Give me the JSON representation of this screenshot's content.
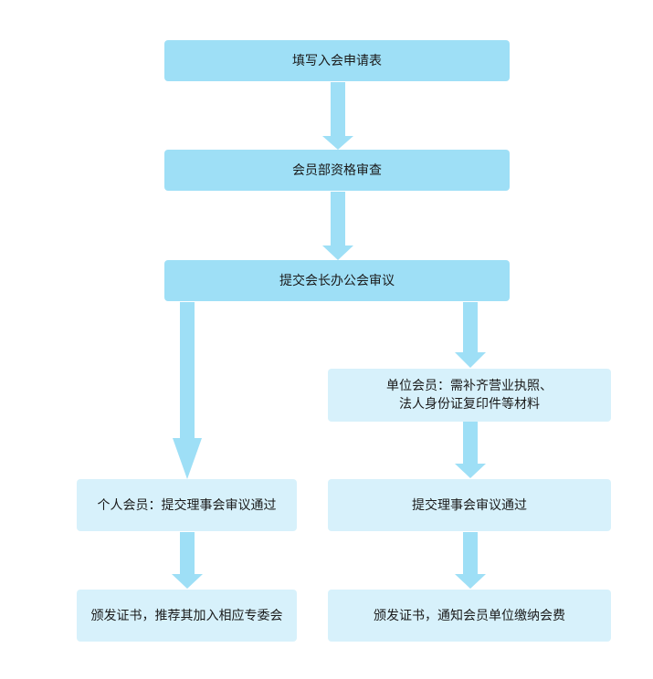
{
  "colors": {
    "primary_box": "#9edff6",
    "secondary_box": "#d7f1fb",
    "arrow": "#9edff6"
  },
  "flow": {
    "step1": "填写入会申请表",
    "step2": "会员部资格审查",
    "step3": "提交会长办公会审议",
    "unit_requirement": {
      "line1": "单位会员：需补齐营业执照、",
      "line2": "法人身份证复印件等材料"
    },
    "personal_approval": "个人会员：提交理事会审议通过",
    "unit_approval": "提交理事会审议通过",
    "personal_result": "颁发证书，推荐其加入相应专委会",
    "unit_result": "颁发证书，通知会员单位缴纳会费"
  }
}
